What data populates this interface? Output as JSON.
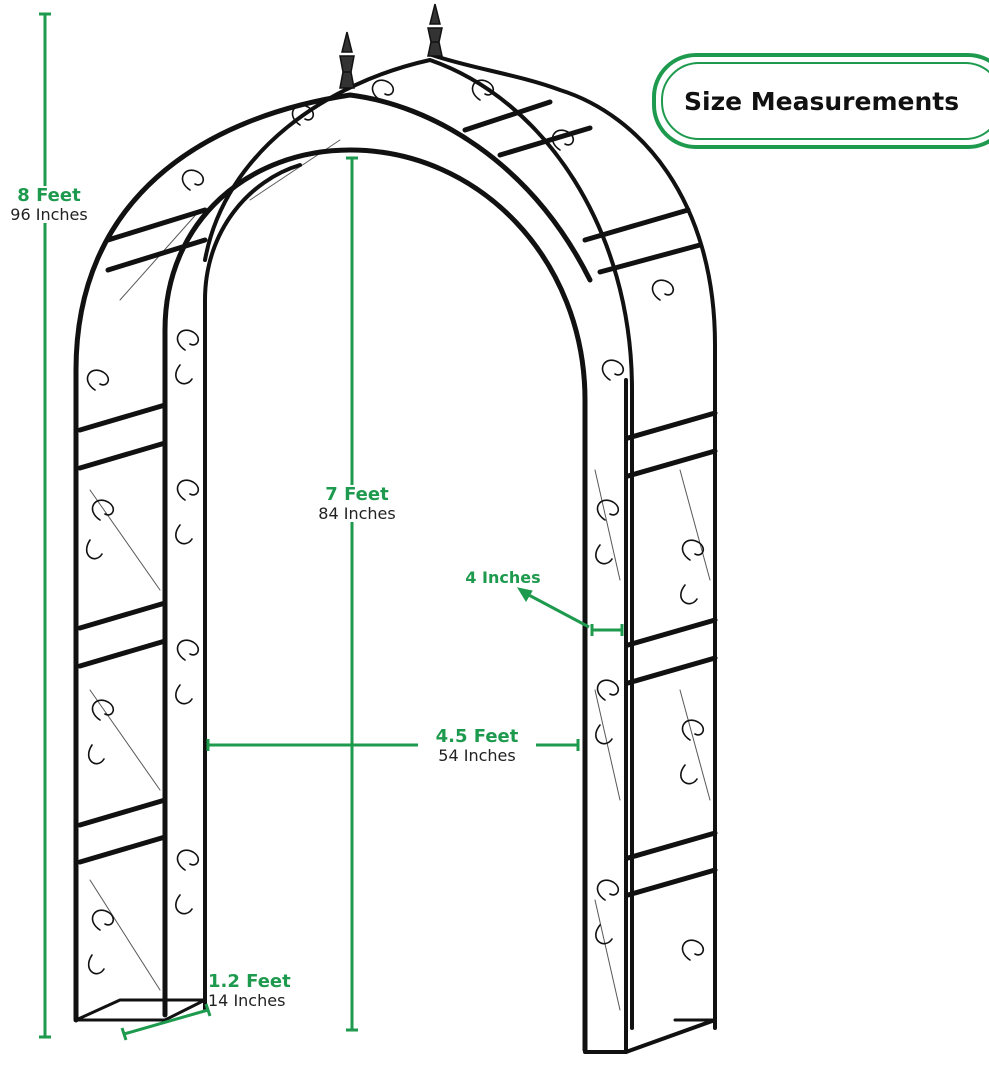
{
  "title": "Size Measurements",
  "colors": {
    "accent": "#1e9a4e",
    "line": "#111111"
  },
  "measurements": {
    "total_height": {
      "primary": "8 Feet",
      "secondary": "96 Inches"
    },
    "inner_height": {
      "primary": "7 Feet",
      "secondary": "84 Inches"
    },
    "depth": {
      "primary": "1.2 Feet",
      "secondary": "14 Inches"
    },
    "inner_width": {
      "primary": "4.5 Feet",
      "secondary": "54 Inches"
    },
    "bar_width": {
      "primary": "4 Inches"
    }
  }
}
